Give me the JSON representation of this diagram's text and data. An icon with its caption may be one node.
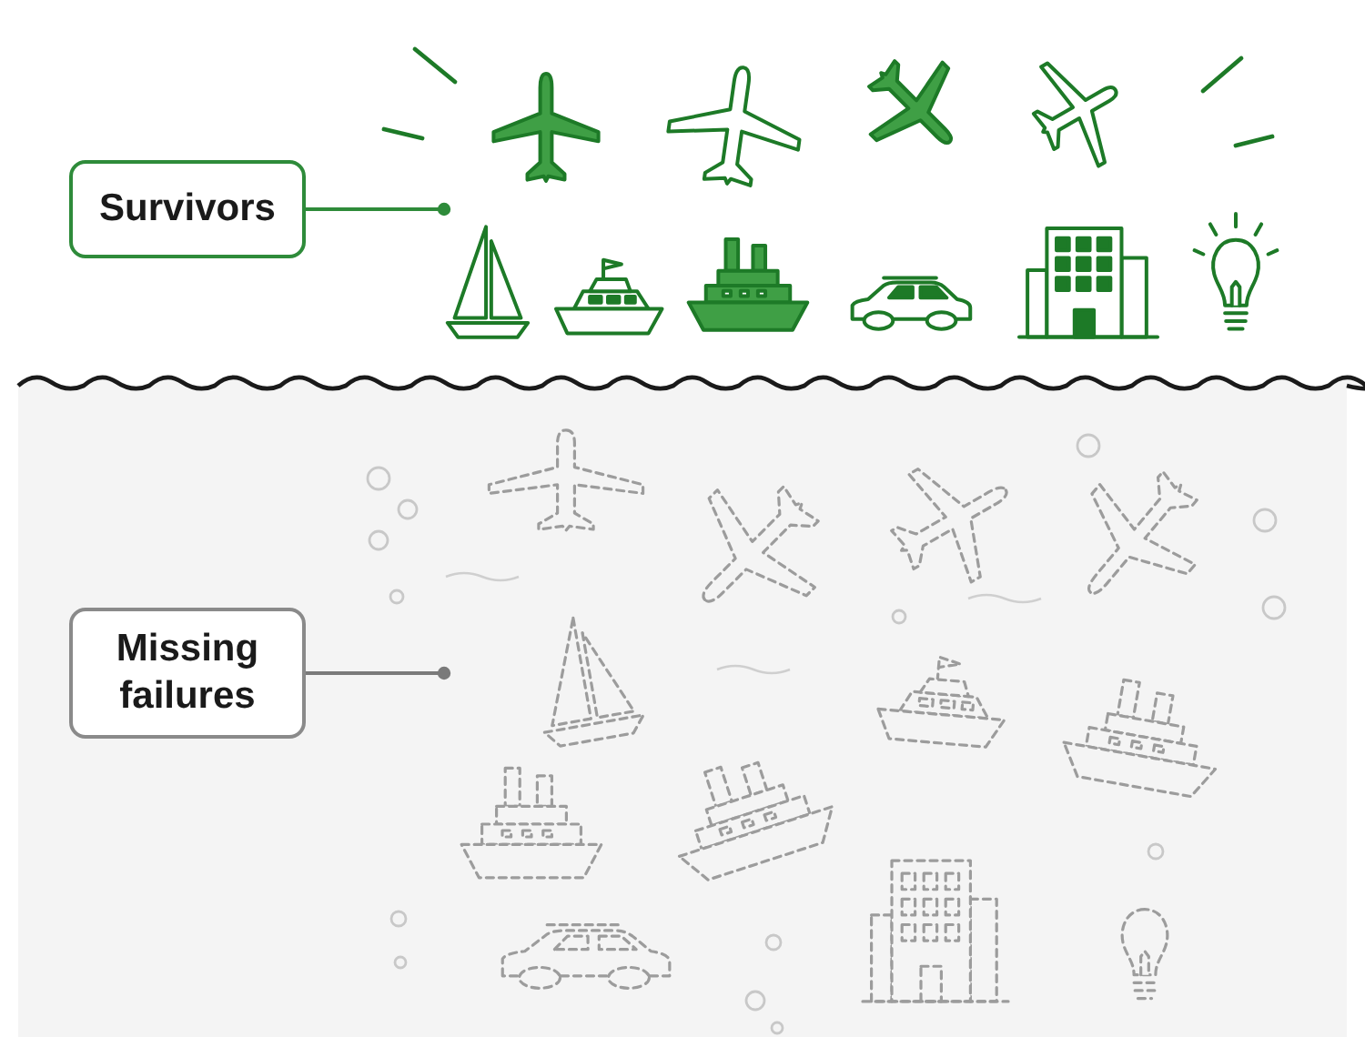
{
  "diagram": {
    "nodes": [
      {
        "text": [
          "Survivors"
        ]
      },
      {
        "text": [],
        "shape": "picture"
      },
      {
        "text": [
          "Missing failures"
        ]
      },
      {
        "text": [],
        "shape": "picture"
      }
    ],
    "edges": [
      {
        "from": 0,
        "to": 1,
        "arrow": "other",
        "color": "#2e8b3a"
      },
      {
        "from": 2,
        "to": 3,
        "arrow": "other",
        "color": "#7a7a7a"
      }
    ]
  }
}
